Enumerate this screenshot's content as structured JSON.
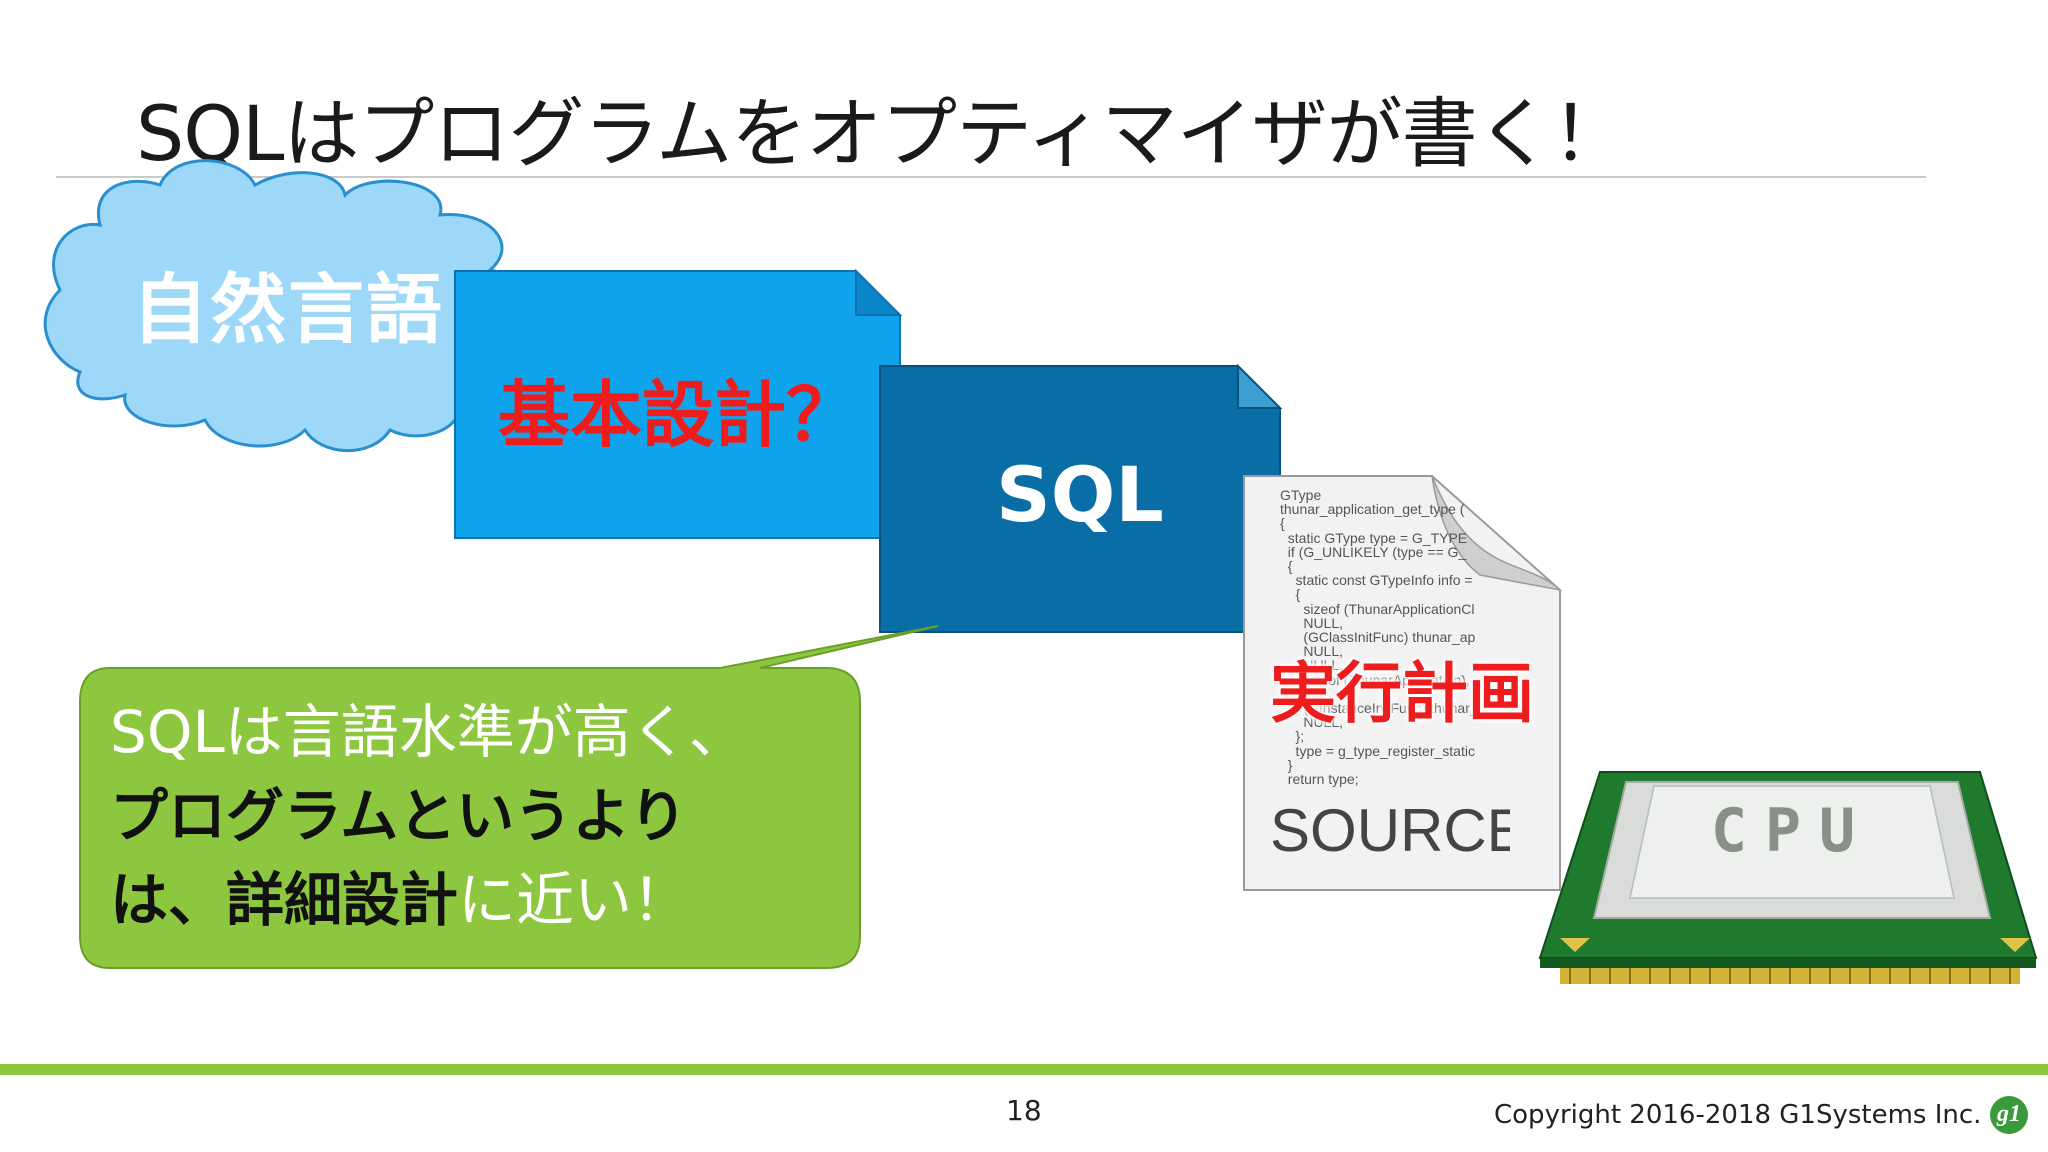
{
  "slide": {
    "title": "SQLはプログラムをオプティマイザが書く！",
    "cloud_text": "自然言語",
    "basic_design_label": "基本設計？",
    "sql_label": "SQL",
    "execution_plan_label": "実行計画",
    "source_code_lines": [
      "GType",
      "thunar_application_get_type (",
      "{",
      "  static GType type = G_TYPE",
      "  if (G_UNLIKELY (type == G_",
      "  {",
      "    static const GTypeInfo info =",
      "    {",
      "      sizeof (ThunarApplicationClass),",
      "      NULL,",
      "      (GClassInitFunc) thunar_applicatio",
      "      NULL,",
      "      NULL,",
      "      sizeof (ThunarApplication),",
      "      0,",
      "      (GInstanceInitFunc) thunar_applic",
      "      NULL,",
      "    };",
      "    type = g_type_register_static (G_T",
      "  }",
      "  return type;",
      "}"
    ],
    "source_word": "SOURCE",
    "cpu_chip_text": "CPU",
    "callout": {
      "line1": "SQLは言語水準が高く、",
      "line2": "プログラムというより",
      "line3_bold": "は、詳細設計",
      "line3_light": "に近い！"
    }
  },
  "footer": {
    "page_number": "18",
    "copyright": "Copyright 2016-2018 G1Systems Inc.",
    "logo_text": "g1"
  },
  "colors": {
    "cloud": "#9ed8f8",
    "basic_doc": "#0fa3ec",
    "sql_doc": "#0a6ea6",
    "callout": "#8dc63f",
    "accent_red": "#ee1c1c",
    "footer_bar": "#8dc63f"
  }
}
